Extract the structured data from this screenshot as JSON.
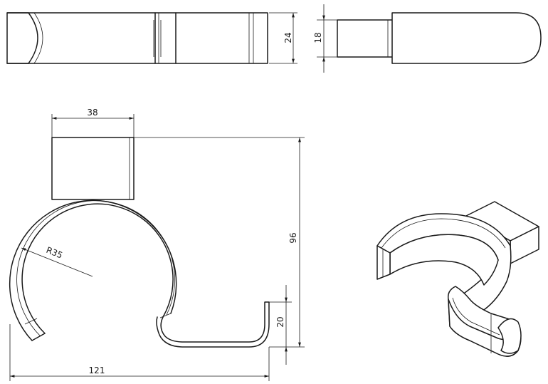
{
  "dimensions": {
    "width_top": "38",
    "height_total": "96",
    "depth_side": "24",
    "width_side": "18",
    "hook_height": "20",
    "radius": "R35",
    "overall_width": "121"
  }
}
